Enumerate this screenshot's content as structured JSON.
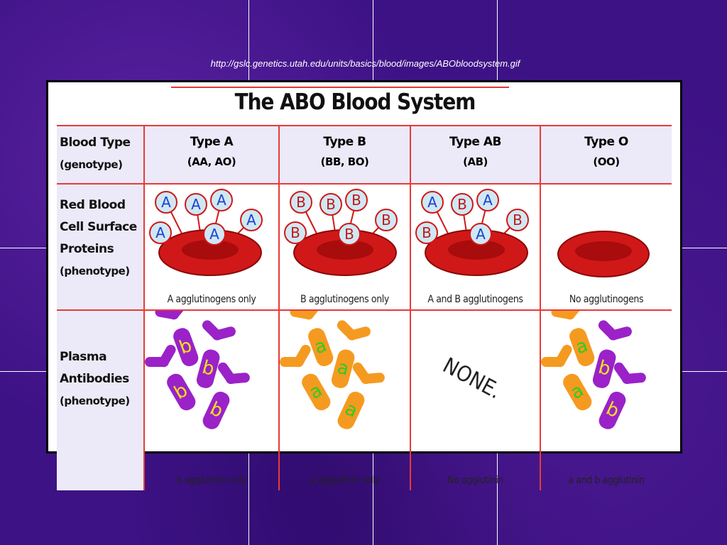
{
  "source_url": "http://gslc.genetics.utah.edu/units/basics/blood/images/ABObloodsystem.gif",
  "title": "The ABO Blood System",
  "row_labels": {
    "blood_type": {
      "line1": "Blood Type",
      "line2": "(genotype)"
    },
    "surface_proteins": {
      "line1": "Red Blood",
      "line2": "Cell Surface",
      "line3": "Proteins",
      "line4": "(phenotype)"
    },
    "antibodies": {
      "line1": "Plasma",
      "line2": "Antibodies",
      "line3": "(phenotype)"
    }
  },
  "columns": [
    {
      "type": "Type A",
      "genotype": "(AA, AO)",
      "antigens": "A agglutinogens only",
      "antibodies": "b agglutinin only"
    },
    {
      "type": "Type B",
      "genotype": "(BB, BO)",
      "antigens": "B agglutinogens only",
      "antibodies": "a agglutinin only"
    },
    {
      "type": "Type AB",
      "genotype": "(AB)",
      "antigens": "A and B agglutinogens",
      "antibodies": "No agglutinin",
      "none_label": "NONE."
    },
    {
      "type": "Type O",
      "genotype": "(OO)",
      "antigens": "No agglutinogens",
      "antibodies": "a and b agglutinin"
    }
  ],
  "colors": {
    "background": "#3d1285",
    "grid": "#e83a3a",
    "cell": "#d01818",
    "antibody_b": "#9a22c8",
    "antibody_a": "#f59a20"
  }
}
